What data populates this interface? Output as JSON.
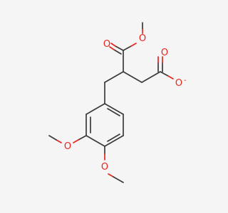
{
  "colors": {
    "background": "#f5f5f5",
    "carbon_bond": "#3a3a3a",
    "oxygen": "#e8241e"
  },
  "atoms": {
    "o_methyl_ester_top": "O",
    "o_carbonyl_ester": "O",
    "o_carbonyl_acid": "O",
    "o_carboxylate": "O",
    "o_carboxylate_charge": "-",
    "o_methoxy_3": "O",
    "o_methoxy_4": "O"
  }
}
